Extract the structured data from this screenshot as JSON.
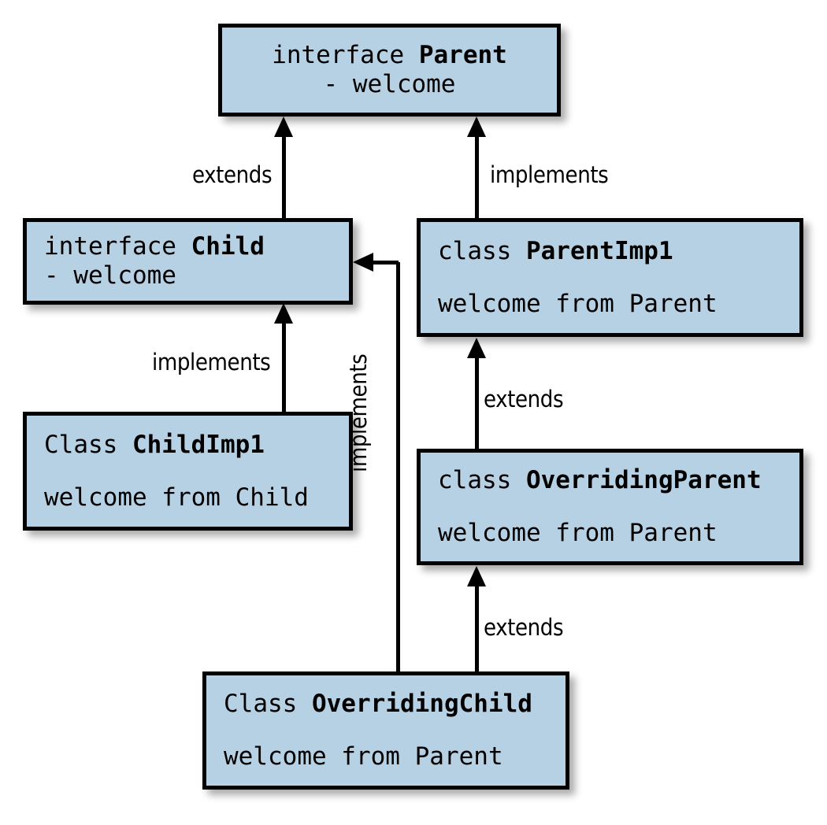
{
  "diagram": {
    "title": "Java interface and class inheritance diagram",
    "background_color": "#ffffff",
    "node_fill_color": "#b6d0e4",
    "node_border_color": "#000000",
    "edge_color": "#000000"
  },
  "nodes": {
    "parent": {
      "title_prefix": "interface ",
      "title_name": "Parent",
      "member": "- welcome"
    },
    "child": {
      "title_prefix": "interface ",
      "title_name": "Child",
      "member": "- welcome"
    },
    "parent_imp1": {
      "title_prefix": "class ",
      "title_name": "ParentImp1",
      "output": "welcome from Parent"
    },
    "child_imp1": {
      "title_prefix": "Class ",
      "title_name": "ChildImp1",
      "output": "welcome from Child"
    },
    "overriding_parent": {
      "title_prefix": "class ",
      "title_name": "OverridingParent",
      "output": "welcome from Parent"
    },
    "overriding_child": {
      "title_prefix": "Class ",
      "title_name": "OverridingChild",
      "output": "welcome from Parent"
    }
  },
  "edges": {
    "child_to_parent": {
      "label": "extends",
      "from": "Child",
      "to": "Parent"
    },
    "parentimp1_to_parent": {
      "label": "implements",
      "from": "ParentImp1",
      "to": "Parent"
    },
    "childimp1_to_child": {
      "label": "implements",
      "from": "ChildImp1",
      "to": "Child"
    },
    "overridingchild_to_child": {
      "label": "implements",
      "from": "OverridingChild",
      "to": "Child"
    },
    "overridingparent_to_parentimp1": {
      "label": "extends",
      "from": "OverridingParent",
      "to": "ParentImp1"
    },
    "overridingchild_to_overridingparent": {
      "label": "extends",
      "from": "OverridingChild",
      "to": "OverridingParent"
    }
  }
}
